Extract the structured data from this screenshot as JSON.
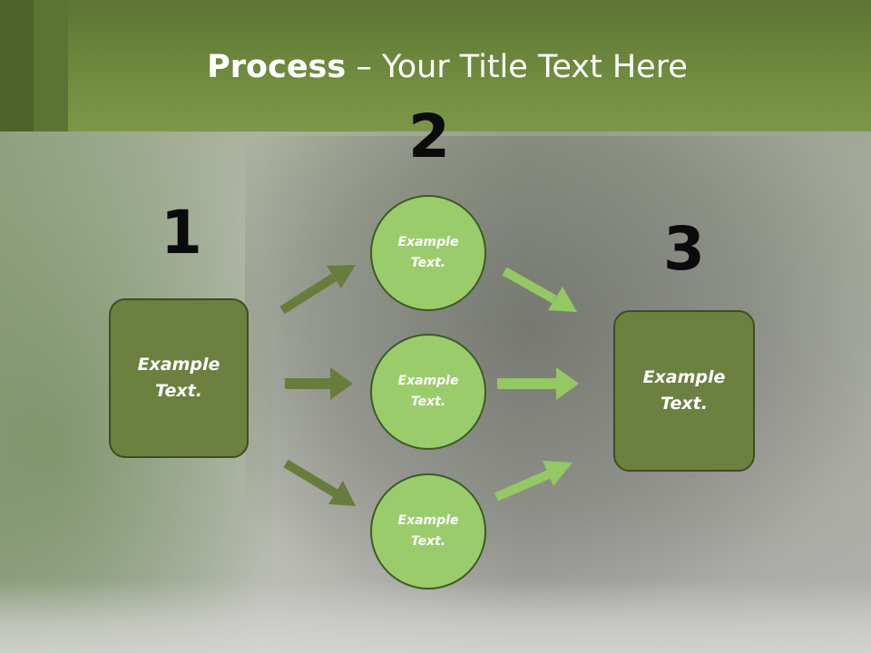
{
  "slide": {
    "title_bold": "Process",
    "title_rest": " – Your Title Text Here"
  },
  "steps": {
    "step1": {
      "number": "1",
      "text_line1": "Example",
      "text_line2": "Text."
    },
    "step2": {
      "number": "2"
    },
    "step3": {
      "number": "3",
      "text_line1": "Example",
      "text_line2": "Text."
    }
  },
  "circles": [
    {
      "text_line1": "Example",
      "text_line2": "Text."
    },
    {
      "text_line1": "Example",
      "text_line2": "Text."
    },
    {
      "text_line1": "Example",
      "text_line2": "Text."
    }
  ],
  "colors": {
    "header_green": "#6f8a3e",
    "box_dark_green": "#6c8040",
    "circle_light_green": "#9bcc6b",
    "arrow_dark": "#687c3c",
    "arrow_light": "#94c862"
  }
}
